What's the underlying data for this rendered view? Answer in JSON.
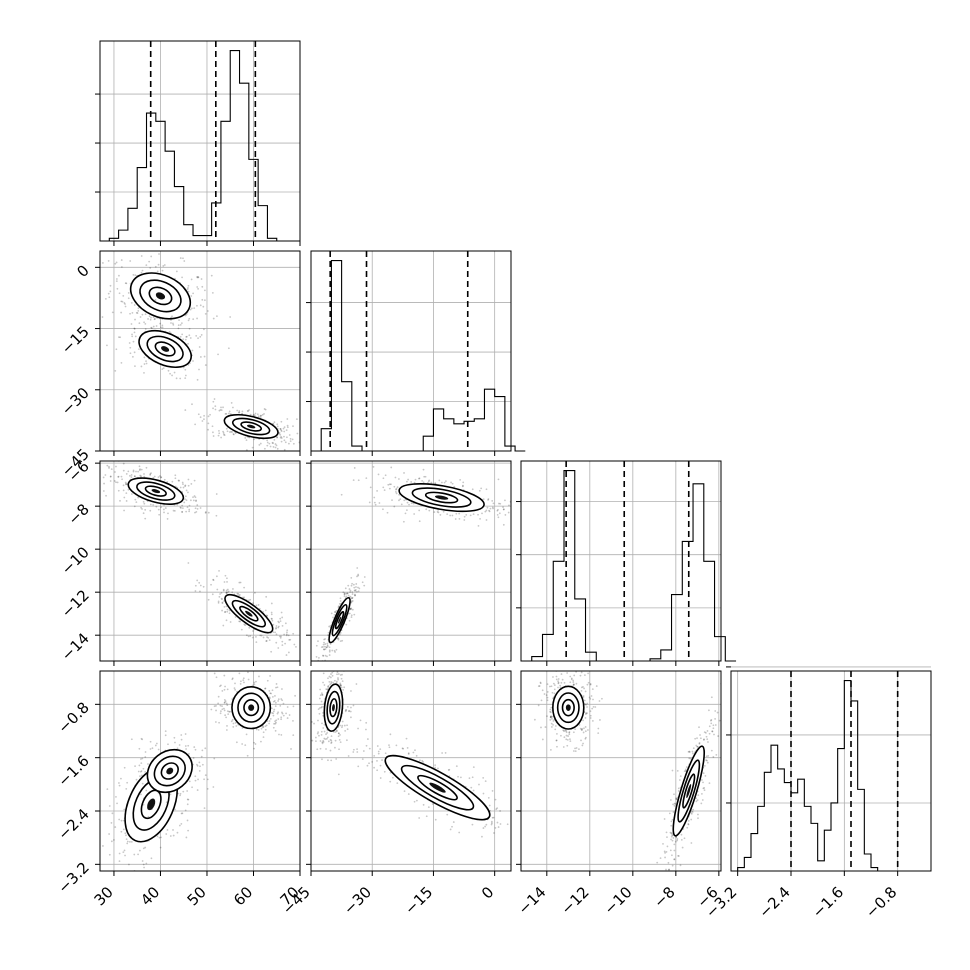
{
  "chart_data": {
    "type": "corner",
    "grid": true,
    "axes": [
      {
        "name": "",
        "range": [
          27,
          70
        ],
        "ticks": [
          30,
          40,
          50,
          60,
          70
        ],
        "tick_labels": [
          "30",
          "40",
          "50",
          "60",
          "70"
        ],
        "quantiles": [
          37.9,
          51.9,
          60.4
        ],
        "hist": {
          "edges_start": 27,
          "bin_width": 2,
          "counts": [
            0,
            1,
            4,
            12,
            27,
            47,
            44,
            33,
            20,
            6,
            2,
            2,
            14,
            44,
            70,
            58,
            30,
            13,
            1,
            0,
            0
          ]
        },
        "hist_ticks": [
          18,
          36,
          54
        ]
      },
      {
        "name": "",
        "range": [
          -45,
          4
        ],
        "ticks": [
          -45,
          -30,
          -15,
          0
        ],
        "tick_labels": [
          "−45",
          "−30",
          "−15",
          "0"
        ],
        "quantiles": [
          -40.3,
          -31.4,
          -6.6
        ],
        "hist": {
          "edges_start": -45,
          "bin_width": 2.5,
          "counts": [
            0,
            9,
            77,
            28,
            2,
            0,
            0,
            0,
            0,
            0,
            0,
            6,
            17,
            13,
            11,
            12,
            13,
            25,
            22,
            2,
            0
          ]
        },
        "hist_ticks": [
          20,
          40,
          60
        ]
      },
      {
        "name": "",
        "range": [
          -15.2,
          -5.9
        ],
        "ticks": [
          -14,
          -12,
          -10,
          -8,
          -6
        ],
        "tick_labels": [
          "−14",
          "−12",
          "−10",
          "−8",
          "−6"
        ],
        "quantiles": [
          -13.1,
          -10.4,
          -7.4
        ],
        "hist": {
          "edges_start": -15.2,
          "bin_width": 0.5,
          "counts": [
            0,
            2,
            12,
            45,
            86,
            28,
            4,
            0,
            0,
            0,
            0,
            0,
            1,
            5,
            30,
            54,
            80,
            45,
            11,
            0
          ]
        },
        "hist_ticks": [
          24,
          48,
          72
        ]
      },
      {
        "name": "",
        "range": [
          -3.3,
          -0.3
        ],
        "ticks": [
          -3.2,
          -2.4,
          -1.6,
          -0.8
        ],
        "tick_labels": [
          "−3.2",
          "−2.4",
          "−1.6",
          "−0.8"
        ],
        "quantiles": [
          -2.4,
          -1.5,
          -0.8
        ],
        "hist": {
          "edges_start": -3.3,
          "bin_width": 0.1,
          "counts": [
            0,
            1,
            4,
            11,
            19,
            29,
            37,
            30,
            26,
            23,
            27,
            19,
            14,
            3,
            12,
            20,
            36,
            56,
            50,
            24,
            5,
            1,
            0,
            0,
            0,
            0,
            0,
            0,
            0,
            0
          ]
        },
        "hist_ticks": [
          20,
          40,
          60
        ]
      }
    ],
    "pairs": [
      {
        "row": 1,
        "col": 0,
        "clusters": [
          {
            "center": [
              40,
              -7
            ],
            "sx": 4.0,
            "sy": 3.5,
            "rho": -0.3,
            "weight": 0.9,
            "contours": true
          },
          {
            "center": [
              41,
              -20
            ],
            "sx": 3.5,
            "sy": 2.8,
            "rho": -0.4,
            "weight": 0.6,
            "contours": true
          },
          {
            "center": [
              59.5,
              -39
            ],
            "sx": 3.6,
            "sy": 1.8,
            "rho": -0.5,
            "weight": 1.0,
            "contours": true
          }
        ]
      },
      {
        "row": 2,
        "col": 0,
        "clusters": [
          {
            "center": [
              39,
              -7.3
            ],
            "sx": 3.7,
            "sy": 0.38,
            "rho": -0.5,
            "weight": 1.0,
            "contours": true
          },
          {
            "center": [
              59,
              -13.0
            ],
            "sx": 3.2,
            "sy": 0.55,
            "rho": -0.8,
            "weight": 1.0,
            "contours": true
          }
        ]
      },
      {
        "row": 2,
        "col": 1,
        "clusters": [
          {
            "center": [
              -38,
              -13.3
            ],
            "sx": 1.6,
            "sy": 0.65,
            "rho": 0.85,
            "weight": 1.0,
            "contours": true
          },
          {
            "center": [
              -13,
              -7.6
            ],
            "sx": 6.5,
            "sy": 0.4,
            "rho": -0.5,
            "weight": 1.0,
            "contours": true
          }
        ]
      },
      {
        "row": 3,
        "col": 0,
        "clusters": [
          {
            "center": [
              59.5,
              -0.85
            ],
            "sx": 2.8,
            "sy": 0.18,
            "rho": 0.0,
            "weight": 1.0,
            "contours": true
          },
          {
            "center": [
              38,
              -2.3
            ],
            "sx": 3.5,
            "sy": 0.35,
            "rho": 0.4,
            "weight": 0.8,
            "contours": true
          },
          {
            "center": [
              42,
              -1.8
            ],
            "sx": 3.0,
            "sy": 0.2,
            "rho": 0.2,
            "weight": 0.4,
            "contours": true
          }
        ]
      },
      {
        "row": 3,
        "col": 1,
        "clusters": [
          {
            "center": [
              -39.5,
              -0.85
            ],
            "sx": 1.4,
            "sy": 0.22,
            "rho": 0.2,
            "weight": 1.0,
            "contours": true
          },
          {
            "center": [
              -14,
              -2.05
            ],
            "sx": 8.0,
            "sy": 0.3,
            "rho": -0.85,
            "weight": 1.0,
            "contours": true
          }
        ]
      },
      {
        "row": 3,
        "col": 2,
        "clusters": [
          {
            "center": [
              -13,
              -0.85
            ],
            "sx": 0.45,
            "sy": 0.2,
            "rho": 0.0,
            "weight": 1.0,
            "contours": true
          },
          {
            "center": [
              -7.4,
              -2.1
            ],
            "sx": 0.45,
            "sy": 0.42,
            "rho": 0.85,
            "weight": 1.0,
            "contours": true
          }
        ]
      }
    ]
  }
}
